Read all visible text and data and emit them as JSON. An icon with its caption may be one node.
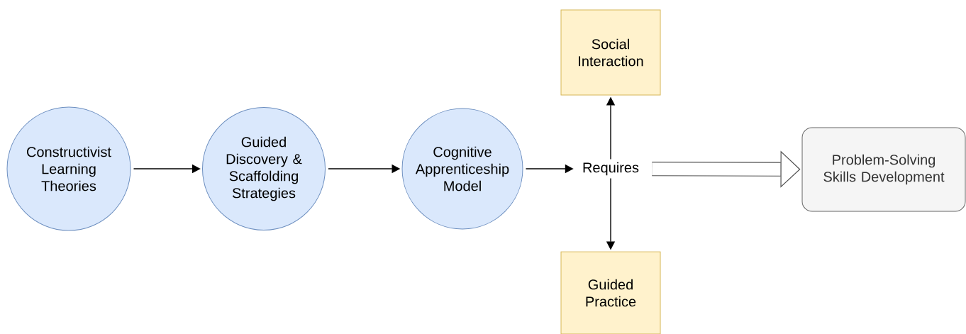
{
  "diagram": {
    "nodes": [
      {
        "text": [
          "Constructivist Learning Theories"
        ]
      },
      {
        "text": [
          "Guided Discovery & Scaffolding Strategies"
        ]
      },
      {
        "text": [
          "Cognitive Apprenticeship Model"
        ]
      },
      {
        "text": [
          "Requires"
        ]
      },
      {
        "text": [
          "Social Interaction"
        ]
      },
      {
        "text": [
          "Guided Practice"
        ]
      },
      {
        "text": [
          "Problem-Solving Skills Development"
        ]
      }
    ],
    "edges": [
      {
        "from": 0,
        "to": 1,
        "arrow": "to"
      },
      {
        "from": 1,
        "to": 2,
        "arrow": "to"
      },
      {
        "from": 2,
        "to": 3,
        "arrow": "to"
      },
      {
        "from": 3,
        "to": 4,
        "arrow": "to"
      },
      {
        "from": 3,
        "to": 5,
        "arrow": "to"
      },
      {
        "from": 3,
        "to": 6,
        "arrow": "to",
        "style": "thick"
      }
    ]
  }
}
